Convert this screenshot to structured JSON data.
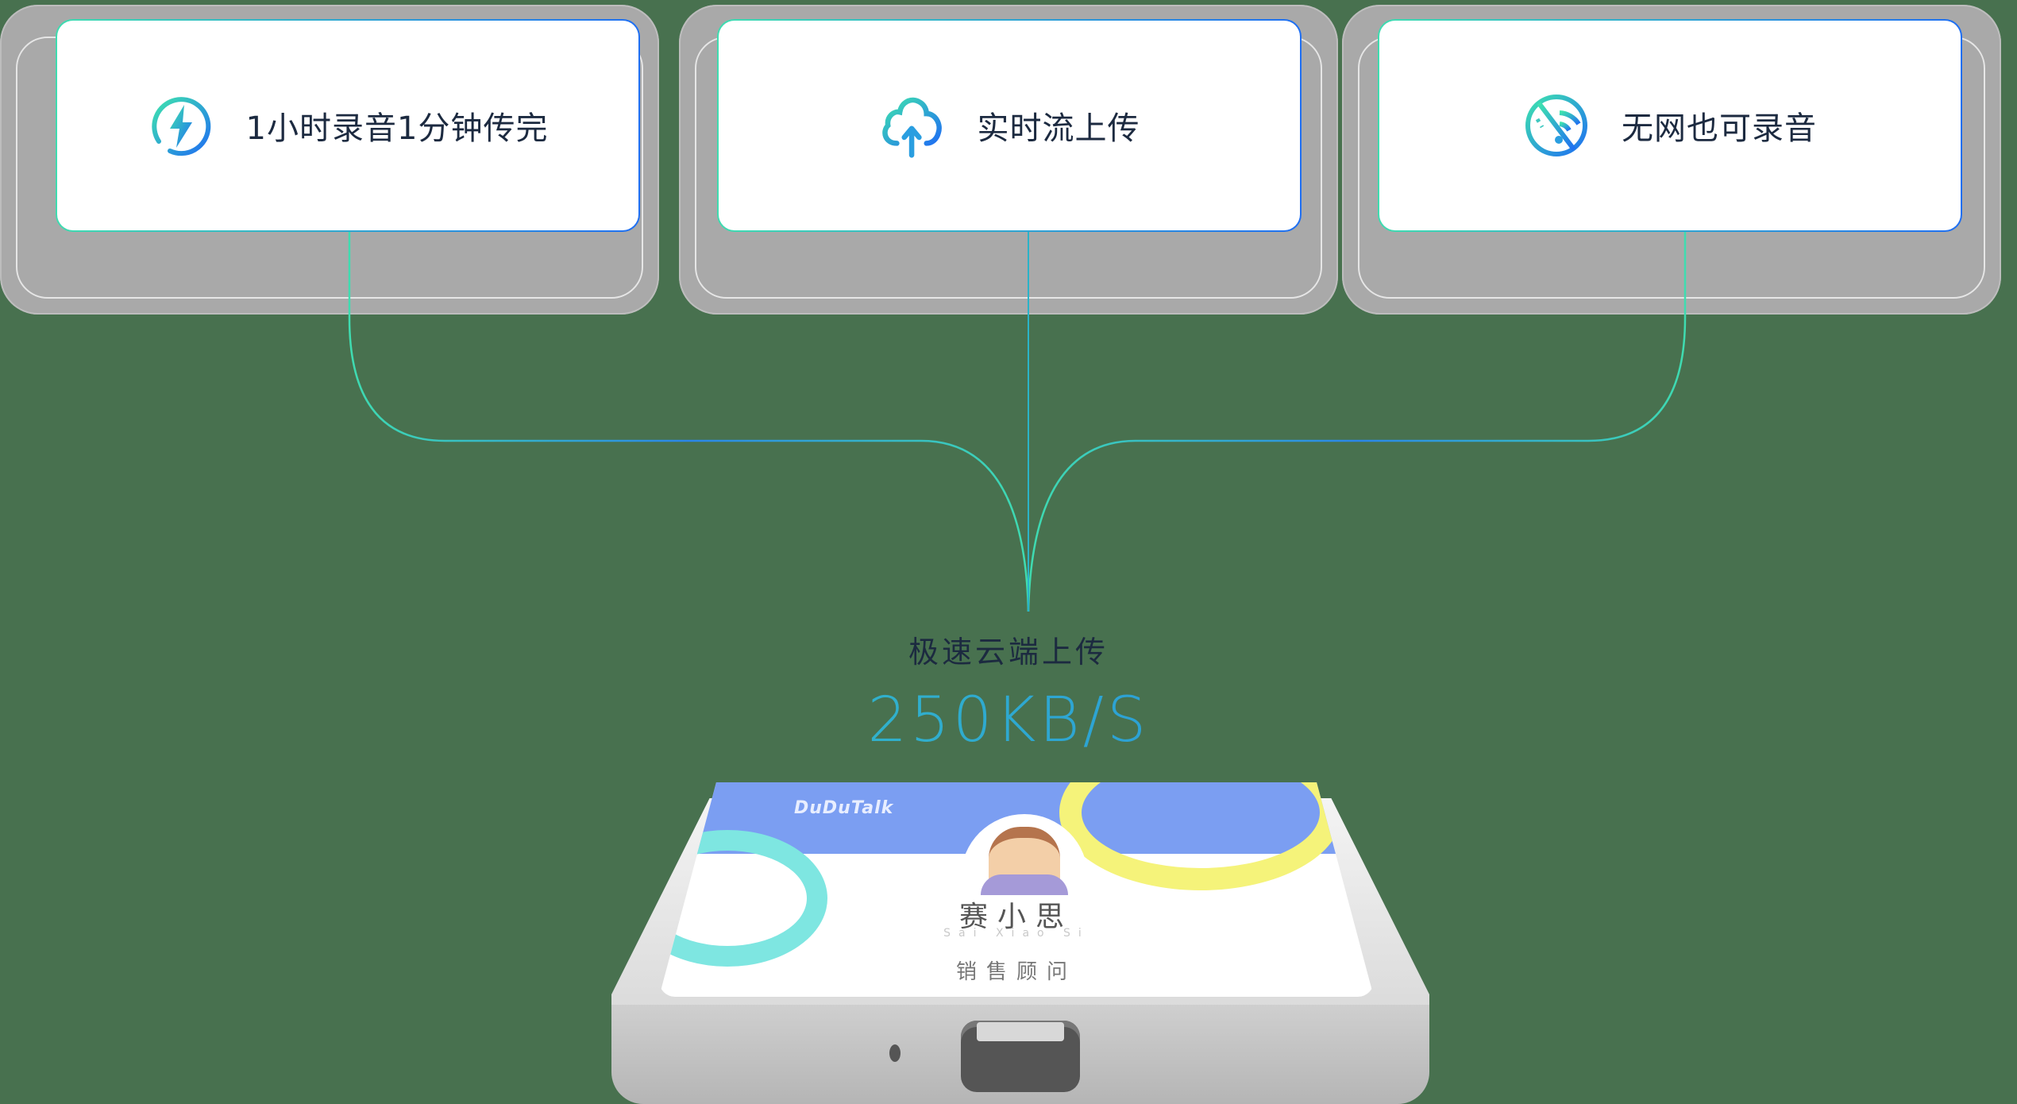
{
  "features": [
    {
      "label": "1小时录音1分钟传完",
      "icon": "lightning-bolt-icon"
    },
    {
      "label": "实时流上传",
      "icon": "cloud-upload-icon"
    },
    {
      "label": "无网也可录音",
      "icon": "wifi-off-icon"
    }
  ],
  "upload": {
    "title": "极速云端上传",
    "speed": "250KB/S"
  },
  "device": {
    "brand": "DuDuTalk",
    "name": "赛小思",
    "pinyin": "Sai  Xiao  Si",
    "role": "销售顾问"
  },
  "colors": {
    "gradient_start": "#3fdcb0",
    "gradient_end": "#1f6ff2",
    "text_dark": "#1c2a40",
    "background": "#48714f"
  }
}
